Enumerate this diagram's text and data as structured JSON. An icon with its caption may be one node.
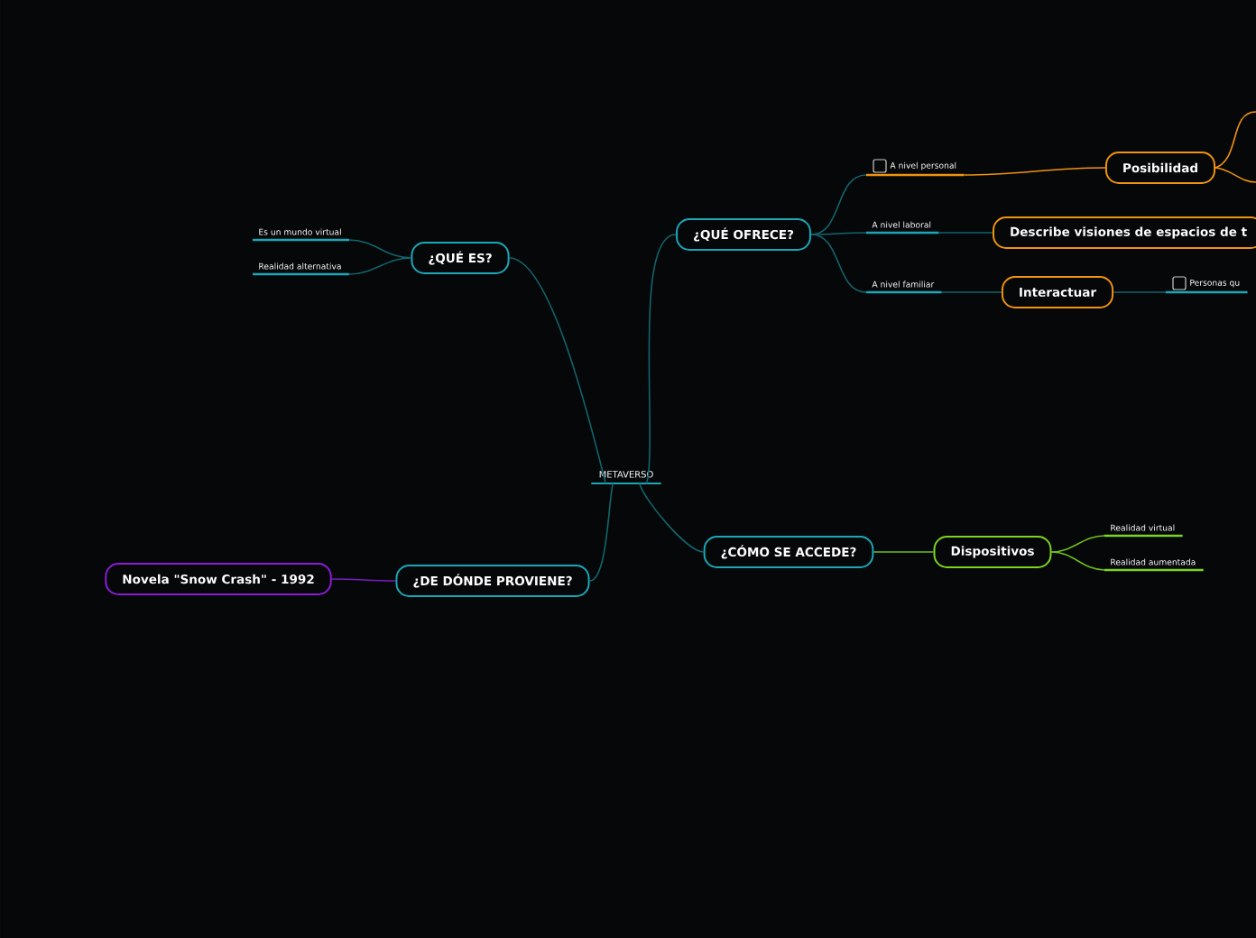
{
  "diagram": {
    "nodes": [
      {
        "text": [
          "METAVERSO"
        ]
      },
      {
        "text": [
          "¿QUÉ ES?"
        ]
      },
      {
        "text": [
          "Es un mundo virtual"
        ]
      },
      {
        "text": [
          "Realidad alternativa"
        ]
      },
      {
        "text": [
          "¿QUÉ OFRECE?"
        ]
      },
      {
        "text": [
          "A nivel personal"
        ]
      },
      {
        "text": [
          "Posibilidad"
        ]
      },
      {
        "text": [
          "A nivel laboral"
        ]
      },
      {
        "text": [
          "Describe visiones de espacios de t"
        ]
      },
      {
        "text": [
          "A nivel familiar"
        ]
      },
      {
        "text": [
          "Interactuar"
        ]
      },
      {
        "text": [
          "Personas qu"
        ]
      },
      {
        "text": [
          "¿CÓMO SE ACCEDE?"
        ]
      },
      {
        "text": [
          "Dispositivos"
        ]
      },
      {
        "text": [
          "Realidad virtual"
        ]
      },
      {
        "text": [
          "Realidad aumentada"
        ]
      },
      {
        "text": [
          "¿DE DÓNDE PROVIENE?"
        ]
      },
      {
        "text": [
          "Novela \"Snow Crash\" - 1992"
        ]
      }
    ],
    "edges": [
      {
        "from": 0,
        "to": 1,
        "arrow": "none"
      },
      {
        "from": 1,
        "to": 2,
        "arrow": "none"
      },
      {
        "from": 1,
        "to": 3,
        "arrow": "none"
      },
      {
        "from": 0,
        "to": 4,
        "arrow": "none"
      },
      {
        "from": 4,
        "to": 5,
        "arrow": "none"
      },
      {
        "from": 5,
        "to": 6,
        "arrow": "none",
        "color": "#f0930e"
      },
      {
        "from": 6,
        "to": null,
        "arrow": "none",
        "color": "#f0930e"
      },
      {
        "from": 6,
        "to": null,
        "arrow": "none",
        "color": "#f0930e"
      },
      {
        "from": 4,
        "to": 7,
        "arrow": "none"
      },
      {
        "from": 7,
        "to": 8,
        "arrow": "none"
      },
      {
        "from": 4,
        "to": 9,
        "arrow": "none"
      },
      {
        "from": 9,
        "to": 10,
        "arrow": "none"
      },
      {
        "from": 10,
        "to": 11,
        "arrow": "none"
      },
      {
        "from": 0,
        "to": 12,
        "arrow": "none"
      },
      {
        "from": 12,
        "to": 13,
        "arrow": "none",
        "color": "#6fbf1a"
      },
      {
        "from": 13,
        "to": 14,
        "arrow": "none",
        "color": "#6fbf1a"
      },
      {
        "from": 13,
        "to": 15,
        "arrow": "none",
        "color": "#6fbf1a"
      },
      {
        "from": 0,
        "to": 16,
        "arrow": "none"
      },
      {
        "from": 16,
        "to": 17,
        "arrow": "none",
        "color": "#7a1cc0"
      }
    ]
  }
}
